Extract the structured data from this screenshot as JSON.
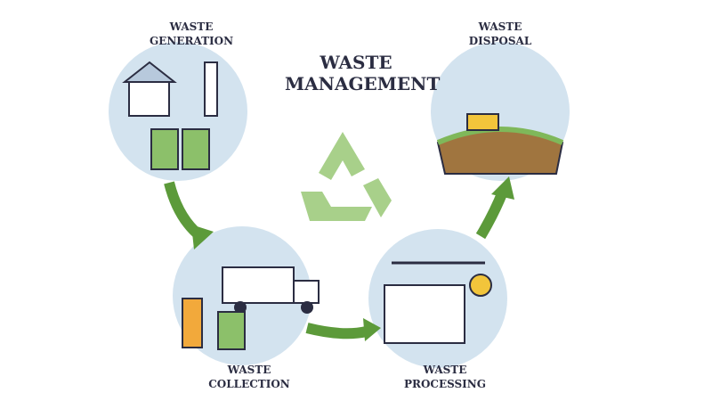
{
  "title": {
    "line1": "WASTE",
    "line2": "MANAGEMENT"
  },
  "stages": [
    {
      "line1": "WASTE",
      "line2": "GENERATION"
    },
    {
      "line1": "WASTE",
      "line2": "COLLECTION"
    },
    {
      "line1": "WASTE",
      "line2": "PROCESSING"
    },
    {
      "line1": "WASTE",
      "line2": "DISPOSAL"
    }
  ],
  "colors": {
    "arrow": "#5c9a3a",
    "recycle": "#a8d08a",
    "circle": "#cfe0ee",
    "text": "#2b2d42"
  }
}
